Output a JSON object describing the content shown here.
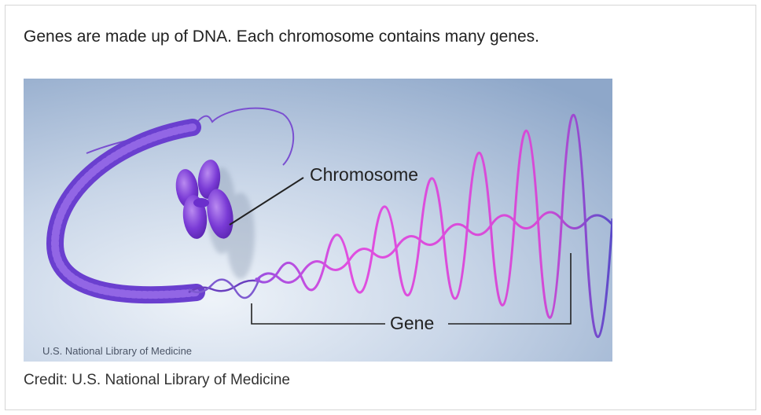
{
  "content": {
    "intro_text": "Genes are made up of DNA. Each chromosome contains many genes.",
    "credit_text": "Credit: U.S. National Library of Medicine"
  },
  "figure": {
    "labels": {
      "chromosome": "Chromosome",
      "gene": "Gene",
      "watermark": "U.S. National Library of Medicine"
    },
    "colors": {
      "background_light": "#dde7f2",
      "background_dark": "#8ea7c9",
      "chromosome": "#7a3bd6",
      "dna_purple": "#6a3fbf",
      "gene_magenta": "#d63fd6",
      "leader_line": "#222222"
    }
  }
}
